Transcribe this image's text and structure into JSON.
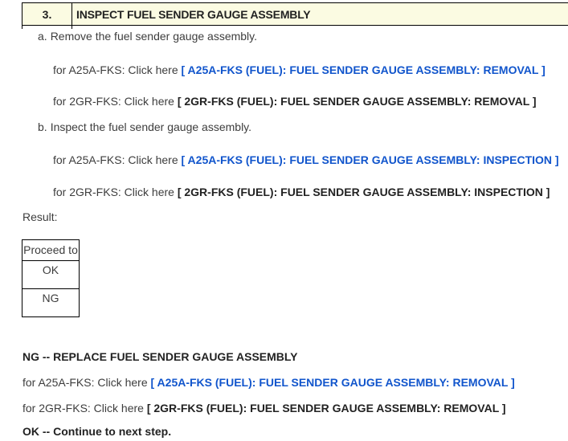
{
  "colors": {
    "link_blue": "#1155cc",
    "header_bg": "#fbfbe2",
    "border_black": "#000000",
    "body_text": "#3d3d3d",
    "bold_text": "#222222"
  },
  "header": {
    "number": "3.",
    "title": "INSPECT FUEL SENDER GAUGE ASSEMBLY"
  },
  "step_a": {
    "label": "a.",
    "text": "Remove the fuel sender gauge assembly."
  },
  "step_a_links": [
    {
      "prefix": "for A25A-FKS: Click here ",
      "link": "[ A25A-FKS (FUEL): FUEL SENDER GAUGE ASSEMBLY: REMOVAL ]"
    },
    {
      "prefix": "for 2GR-FKS: Click here ",
      "link": "[ 2GR-FKS (FUEL): FUEL SENDER GAUGE ASSEMBLY: REMOVAL ]"
    }
  ],
  "step_b": {
    "label": "b.",
    "text": "Inspect the fuel sender gauge assembly."
  },
  "step_b_links": [
    {
      "prefix": "for A25A-FKS: Click here ",
      "link": "[ A25A-FKS (FUEL): FUEL SENDER GAUGE ASSEMBLY: INSPECTION ]"
    },
    {
      "prefix": "for 2GR-FKS: Click here ",
      "link": "[ 2GR-FKS (FUEL): FUEL SENDER GAUGE ASSEMBLY: INSPECTION ]"
    }
  ],
  "result": {
    "label": "Result:"
  },
  "result_table": {
    "header": "Proceed to",
    "rows": [
      "OK",
      "NG"
    ]
  },
  "outcomes": {
    "ng_heading": "NG -- REPLACE FUEL SENDER GAUGE ASSEMBLY",
    "ng_links": [
      {
        "prefix": "for A25A-FKS: Click here ",
        "link": "[ A25A-FKS (FUEL): FUEL SENDER GAUGE ASSEMBLY: REMOVAL ]"
      },
      {
        "prefix": "for 2GR-FKS: Click here ",
        "link": "[ 2GR-FKS (FUEL): FUEL SENDER GAUGE ASSEMBLY: REMOVAL ]"
      }
    ],
    "ok_heading": "OK -- Continue to next step."
  }
}
